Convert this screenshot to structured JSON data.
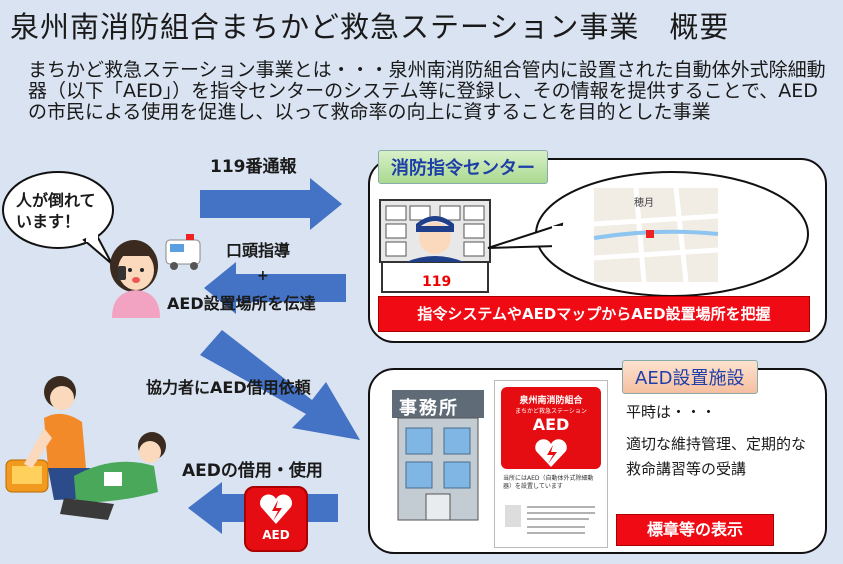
{
  "title": "泉州南消防組合まちかど救急ステーション事業　概要",
  "intro": "まちかど救急ステーション事業とは・・・泉州南消防組合管内に設置された自動体外式除細動器（以下「AED」）を指令センターのシステム等に登録し、その情報を提供することで、AEDの市民による使用を促進し、以って救命率の向上に資することを目的とした事業",
  "caller_speech": "人が倒れています！",
  "flows": {
    "call_119": "119番通報",
    "oral_guidance": "口頭指導",
    "plus": "+",
    "aed_location": "AED設置場所を伝達",
    "borrow_request": "協力者にAED借用依頼",
    "borrow_use": "AEDの借用・使用"
  },
  "command_center": {
    "tag": "消防指令センター",
    "phone_number": "119",
    "map_label": "穂月",
    "banner": "指令システムやAEDマップからAED設置場所を把握"
  },
  "facility": {
    "tag": "AED設置施設",
    "building_sign": "事務所",
    "sticker_line1": "泉州南消防組合",
    "sticker_line2": "まちかど救急ステーション",
    "sticker_aed": "AED",
    "sticker_note": "当所にはAED（自動体外式除細動器）を設置しています",
    "normal_times": "平時は・・・",
    "normal_desc": "適切な維持管理、定期的な救命講習等の受講",
    "banner": "標章等の表示"
  },
  "aed_box_label": "AED",
  "colors": {
    "arrow": "#4472c4",
    "red": "#f00a14",
    "background": "#d9e3f1"
  }
}
